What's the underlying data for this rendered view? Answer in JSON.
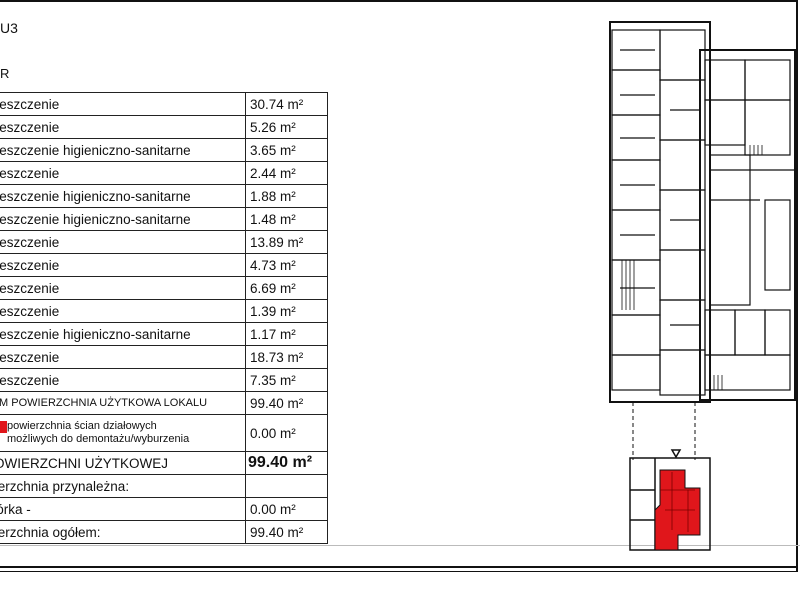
{
  "header": {
    "unit_code": "U3",
    "section_letter": "R"
  },
  "rooms": [
    {
      "name": "mieszczenie",
      "area": "30.74 m²"
    },
    {
      "name": "mieszczenie",
      "area": "5.26 m²"
    },
    {
      "name": "mieszczenie higieniczno-sanitarne",
      "area": "3.65 m²"
    },
    {
      "name": "mieszczenie",
      "area": "2.44 m²"
    },
    {
      "name": "mieszczenie higieniczno-sanitarne",
      "area": "1.88 m²"
    },
    {
      "name": "mieszczenie higieniczno-sanitarne",
      "area": "1.48 m²"
    },
    {
      "name": "mieszczenie",
      "area": "13.89 m²"
    },
    {
      "name": "mieszczenie",
      "area": "4.73 m²"
    },
    {
      "name": "mieszczenie",
      "area": "6.69 m²"
    },
    {
      "name": "mieszczenie",
      "area": "1.39 m²"
    },
    {
      "name": "mieszczenie higieniczno-sanitarne",
      "area": "1.17 m²"
    },
    {
      "name": "mieszczenie",
      "area": "18.73 m²"
    },
    {
      "name": "mieszczenie",
      "area": "7.35 m²"
    }
  ],
  "summary": {
    "usable_total_label": "ZEM POWIERZCHNIA UŻYTKOWA LOKALU",
    "usable_total_value": "99.40 m²",
    "walls_note_line1": "powierzchnia ścian działowych",
    "walls_note_line2": "możliwych do demontażu/wyburzenia",
    "walls_note_value": "0.00 m²",
    "grand_usable_label": "POWIERZCHNI UŻYTKOWEJ",
    "grand_usable_value": "99.40 m²",
    "adjacent_label": "wierzchnia przynależna:",
    "storage_label": "mórka  -",
    "storage_value": "0.00 m²",
    "total_label": "wierzchnia ogółem:",
    "total_value": "99.40 m²"
  },
  "colors": {
    "highlight_red": "#e0161b",
    "line": "#111111"
  }
}
